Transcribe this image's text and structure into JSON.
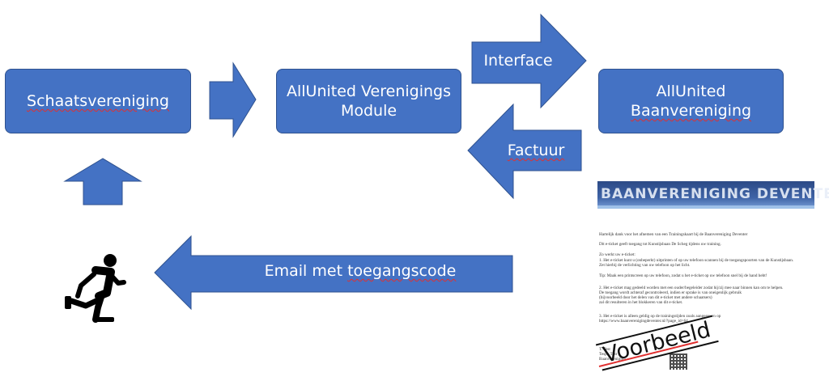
{
  "nodes": {
    "schaatsvereniging": "Schaatsvereniging",
    "allunited_module_line1": "AllUnited Verenigings",
    "allunited_module_line2": "Module",
    "allunited_baan_line1": "AllUnited",
    "allunited_baan_line2": "Baanvereniging"
  },
  "arrows": {
    "interface": "Interface",
    "factuur": "Factuur",
    "email": "Email met toegangscode"
  },
  "ticket": {
    "banner": "BAANVERENIGING DEVENTER",
    "lines": [
      "Hartelijk dank voor het afnemen van een Trainingskaart bij de Baanvereniging Deventer",
      "Dit e-ticket geeft toegang tot Kunstijsbaan De Scheg tijdens uw training.",
      "Zo werkt uw e-ticket:",
      "1.   Het e-ticket kunt u (onbeperkt) uitprinten of op uw telefoon scannen bij de toegangspoorten van de Kunstijsbaan.",
      "      Zet hierbij de verlichting van uw telefoon op het licht.",
      "Tip: Maak een printscreen op uw telefoon, zodat u het e-ticket op uw telefoon snel bij de hand hebt!",
      "2.   Het e-ticket mag gedeeld worden met een ouder/begeleider zodat hij/zij mee naar binnen kan om te helpen.",
      "      De toegang wordt achteraf gecontroleerd, indien er sprake is van oneigenlijk gebruik",
      "      (bijvoorbeeld door het delen van dit e-ticket met andere schaatsers)",
      "      zal dit resulteren in het blokkeren van dit e-ticket.",
      "3.   Het e-ticket is alleen geldig op de trainingstijden zoals aangegeven op",
      "      https://www.baanverenigingdeventer.nl/?page_id=64",
      "T. Test",
      "Tespo Test",
      "Baanvereniging"
    ],
    "stamp": "Voorbeeld"
  },
  "colors": {
    "accent": "#4472c4",
    "border": "#2f528f",
    "squiggle": "#e03030"
  },
  "icons": {
    "skater": "person-running-icon"
  }
}
